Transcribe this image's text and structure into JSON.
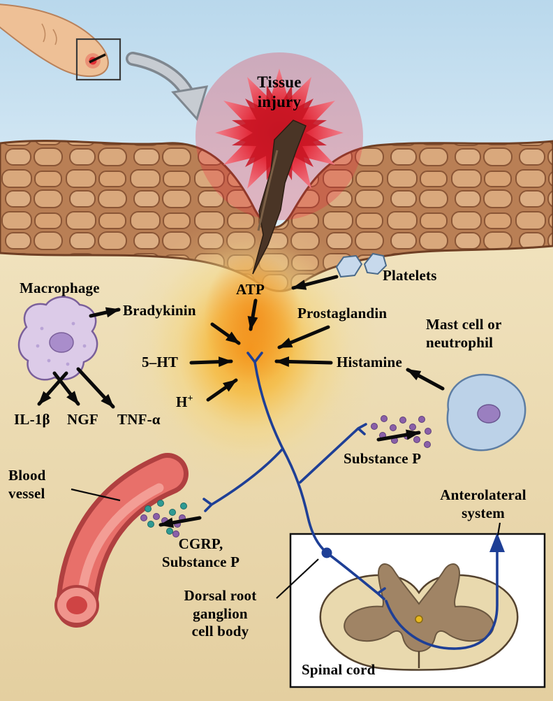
{
  "figure": {
    "title": "Tissue injury and inflammatory mediators diagram",
    "labels": {
      "tissue_injury": "Tissue\ninjury",
      "macrophage": "Macrophage",
      "bradykinin": "Bradykinin",
      "atp": "ATP",
      "platelets": "Platelets",
      "prostaglandin": "Prostaglandin",
      "serotonin": "5–HT",
      "histamine": "Histamine",
      "mast_cell": "Mast cell or\nneutrophil",
      "hydrogen": "H",
      "hydrogen_sup": "+",
      "il_1b": "IL-1β",
      "ngf": "NGF",
      "tnf_a": "TNF-α",
      "substance_p": "Substance P",
      "blood_vessel": "Blood\nvessel",
      "cgrp": "CGRP,\nSubstance P",
      "anterolateral": "Anterolateral\nsystem",
      "drg": "Dorsal root\nganglion\ncell body",
      "spinal_cord": "Spinal cord"
    },
    "colors": {
      "sky": "#bfdcee",
      "dermis": "#eadbb3",
      "skin_cell": "#d9a87c",
      "skin_grout": "#b97f55",
      "skin_outline": "#8a5535",
      "injury_burst": "#e31e2d",
      "glow": "#f6b53a",
      "nerve": "#1e3f96",
      "vessel": "#e8706a",
      "macrophage_fill": "#dccbe8",
      "mast_cell_fill": "#bcd2e8",
      "nucleus": "#a98dcb",
      "substance_p_dot": "#8a5fa8",
      "cgrp_dot": "#2f9a93",
      "splinter": "#4a3526",
      "cord_white_matter": "#e9d9ae",
      "cord_gray_matter": "#a08465"
    }
  }
}
